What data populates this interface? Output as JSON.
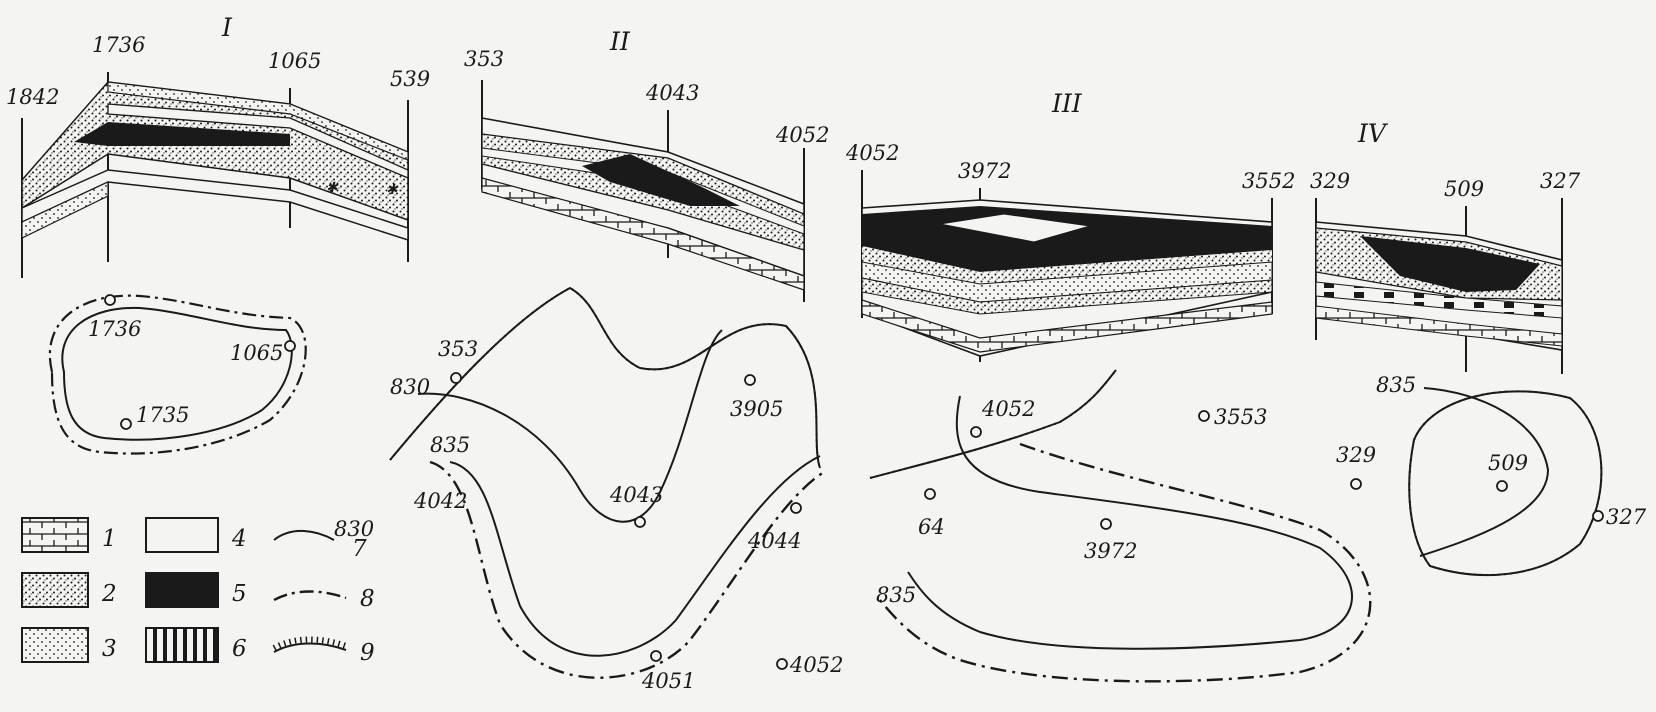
{
  "sections": {
    "s1": {
      "numeral": "I",
      "wells": [
        "1842",
        "1736",
        "1065",
        "539"
      ]
    },
    "s2": {
      "numeral": "II",
      "wells": [
        "353",
        "4043",
        "4052"
      ]
    },
    "s3": {
      "numeral": "III",
      "wells": [
        "4052",
        "3972",
        "3552"
      ]
    },
    "s4": {
      "numeral": "IV",
      "wells": [
        "329",
        "509",
        "327"
      ]
    }
  },
  "maps": {
    "m1": {
      "wells": [
        "1736",
        "1065",
        "1735"
      ]
    },
    "m2": {
      "wells": [
        "353",
        "3905",
        "4043",
        "4042",
        "4044",
        "4051",
        "4052"
      ],
      "contours": [
        "830",
        "835"
      ]
    },
    "m3": {
      "wells": [
        "4052",
        "3553",
        "64",
        "3972"
      ],
      "contours": [
        "835"
      ]
    },
    "m4": {
      "wells": [
        "329",
        "509",
        "327"
      ],
      "contours": [
        "835"
      ]
    }
  },
  "legend": {
    "items": [
      {
        "num": "1",
        "kind": "limestone"
      },
      {
        "num": "2",
        "kind": "sandstone-dense"
      },
      {
        "num": "3",
        "kind": "sandstone-sparse"
      },
      {
        "num": "4",
        "kind": "clay-blank"
      },
      {
        "num": "5",
        "kind": "oil-black"
      },
      {
        "num": "6",
        "kind": "striped"
      },
      {
        "num": "7",
        "kind": "contour-line",
        "sample": "830"
      },
      {
        "num": "8",
        "kind": "dash-dot-line"
      },
      {
        "num": "9",
        "kind": "hachured-line"
      }
    ]
  },
  "colors": {
    "ink": "#1a1a1a",
    "paper": "#f4f4f2"
  }
}
